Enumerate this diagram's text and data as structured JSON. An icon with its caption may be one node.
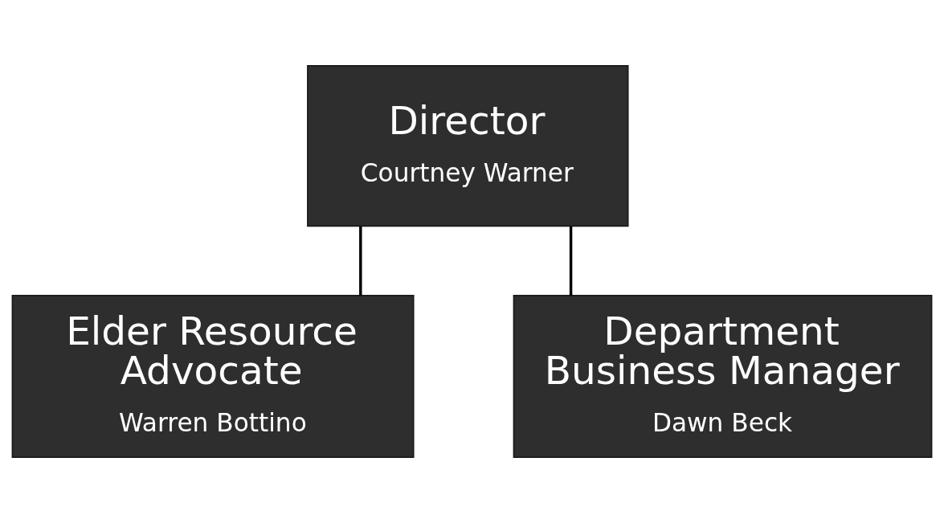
{
  "diagram": {
    "nodes": [
      {
        "text": [
          "Director",
          "Courtney Warner"
        ]
      },
      {
        "text": [
          "Elder Resource Advocate",
          "Warren Bottino"
        ]
      },
      {
        "text": [
          "Department Business Manager",
          "Dawn Beck"
        ]
      }
    ],
    "edges": [
      {
        "from": 0,
        "to": 1,
        "arrow": "none"
      },
      {
        "from": 0,
        "to": 2,
        "arrow": "none"
      }
    ]
  }
}
